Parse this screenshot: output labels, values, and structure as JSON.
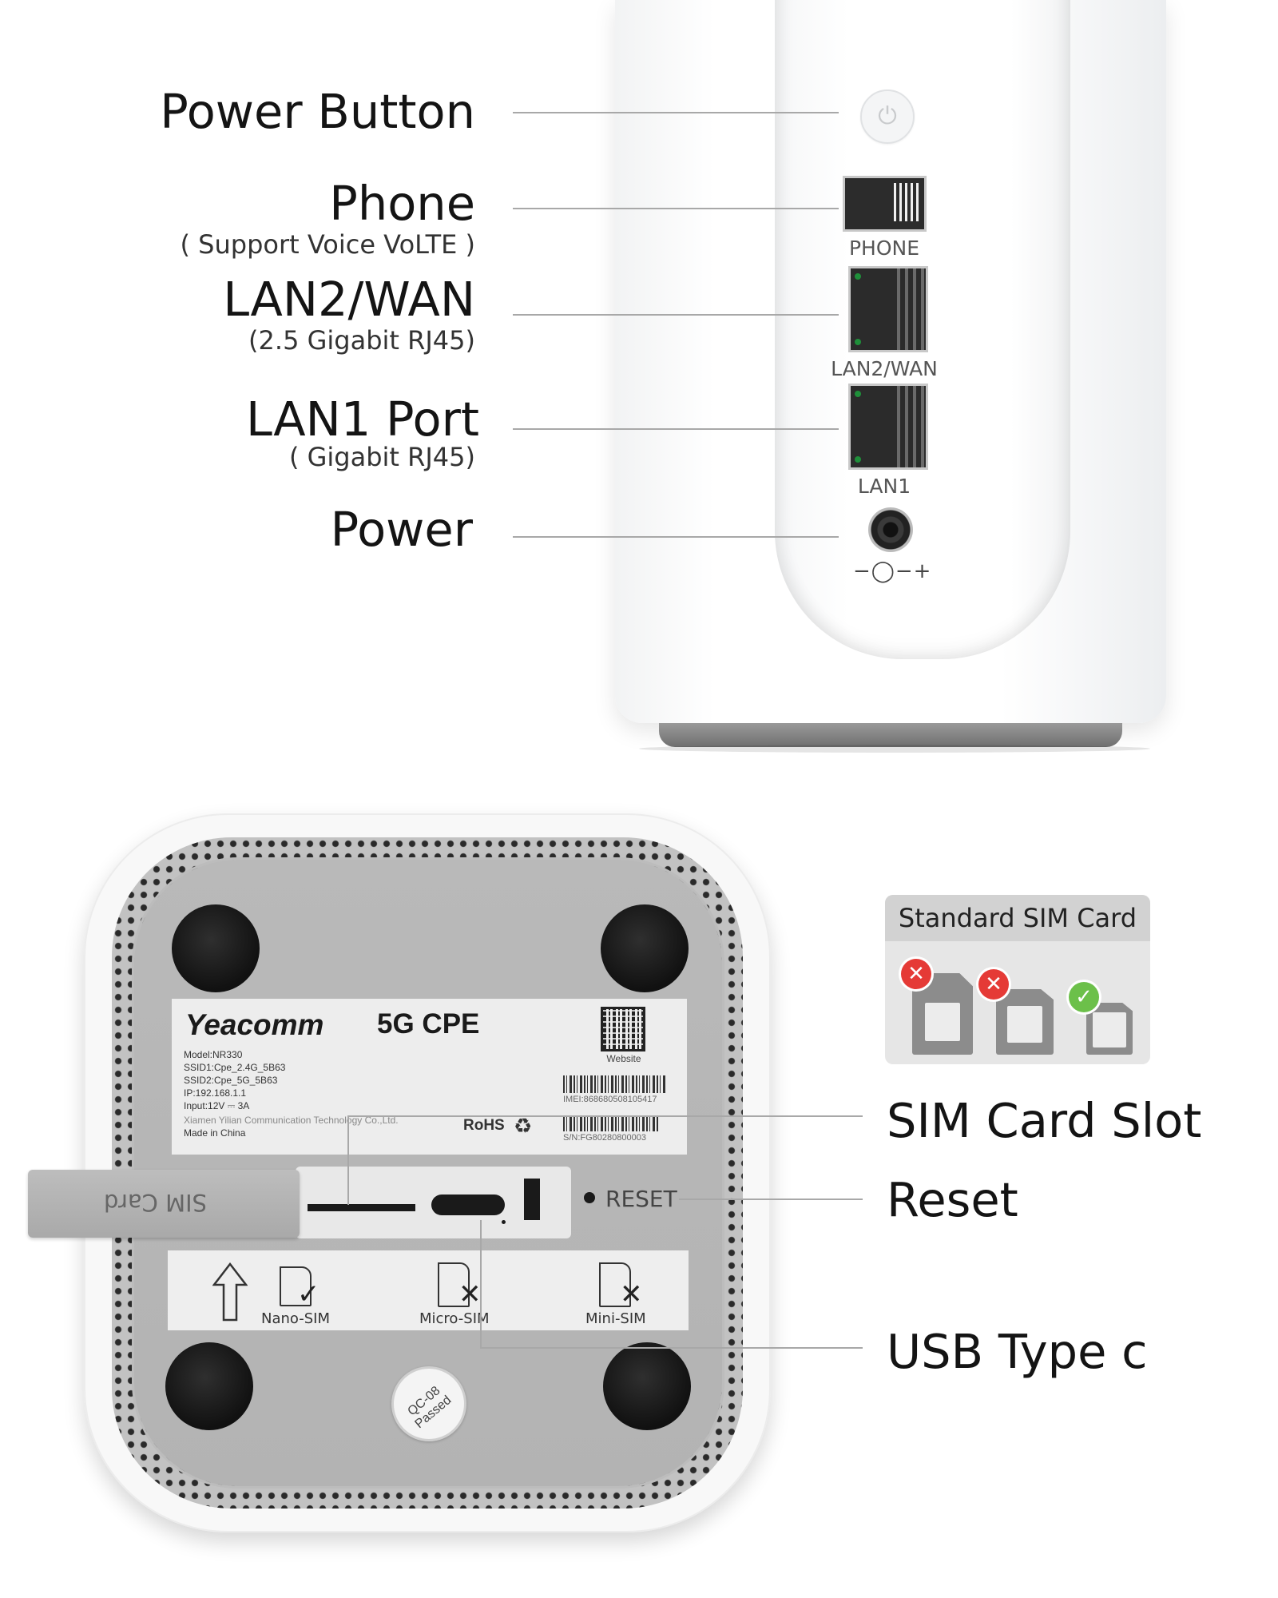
{
  "top_callouts": {
    "power_button": {
      "title": "Power Button"
    },
    "phone": {
      "title": "Phone",
      "subtitle": "( Support Voice VoLTE )"
    },
    "lan2_wan": {
      "title": "LAN2/WAN",
      "subtitle": "(2.5 Gigabit RJ45)"
    },
    "lan1": {
      "title": "LAN1 Port",
      "subtitle": "( Gigabit RJ45)"
    },
    "power": {
      "title": "Power"
    }
  },
  "router_ports": {
    "phone_label": "PHONE",
    "lan2_label": "LAN2/WAN",
    "lan1_label": "LAN1",
    "dc_symbol": "−◯−+",
    "power_icon": "⏻"
  },
  "bottom_callouts": {
    "sim_slot": "SIM Card Slot",
    "reset": "Reset",
    "usb": "USB Type c"
  },
  "sticker": {
    "brand": "Yeacomm",
    "product": "5G CPE",
    "model": "Model:NR330",
    "ssid1": "SSID1:Cpe_2.4G_5B63",
    "ssid2": "SSID2:Cpe_5G_5B63",
    "ip": "IP:192.168.1.1",
    "input": "Input:12V ⎓ 3A",
    "maker": "Xiamen Yilian Communication Technology Co.,Ltd.",
    "origin": "Made in China",
    "qr_caption": "Website",
    "imei": "IMEI:868680508105417",
    "serial": "S/N:FG80280800003",
    "rohs": "RoHS",
    "recycle_icon": "♻"
  },
  "device_bottom": {
    "tray_label": "SIM Card",
    "reset_label": "RESET",
    "guide": {
      "arrow_icon": "⇧",
      "nano": "Nano-SIM",
      "micro": "Micro-SIM",
      "mini": "Mini-SIM",
      "check_icon": "✓",
      "cross_icon": "✕"
    },
    "seal_text": "QC-08 Passed"
  },
  "sim_panel": {
    "title": "Standard SIM Card",
    "cross_icon": "✕",
    "check_icon": "✓"
  },
  "colors": {
    "leader": "#a8a8a8",
    "error_badge": "#e53a36",
    "ok_badge": "#6cc04a",
    "led": "#1f8f3a"
  }
}
